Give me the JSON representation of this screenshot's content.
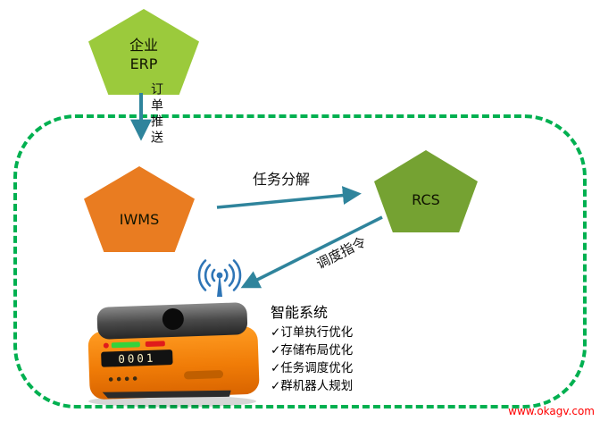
{
  "diagram": {
    "erp": {
      "line1": "企业",
      "line2": "ERP"
    },
    "iwms": {
      "label": "IWMS"
    },
    "rcs": {
      "label": "RCS"
    },
    "edge_order": {
      "label": "订单推送"
    },
    "edge_task": {
      "label": "任务分解"
    },
    "edge_dispatch": {
      "label": "调度指令"
    }
  },
  "smart_system": {
    "title": "智能系统",
    "items": [
      "✓订单执行优化",
      "✓存储布局优化",
      "✓任务调度优化",
      "✓群机器人规划"
    ]
  },
  "robot": {
    "display": "0001"
  },
  "watermark": "www.okagv.com",
  "colors": {
    "erp_green": "#9bca3c",
    "iwms_orange": "#e97c21",
    "rcs_green": "#75a232",
    "arrow_teal": "#2f849c",
    "frame_green": "#00b050",
    "wifi_blue": "#2e75b6",
    "watermark_red": "#ff0000"
  }
}
